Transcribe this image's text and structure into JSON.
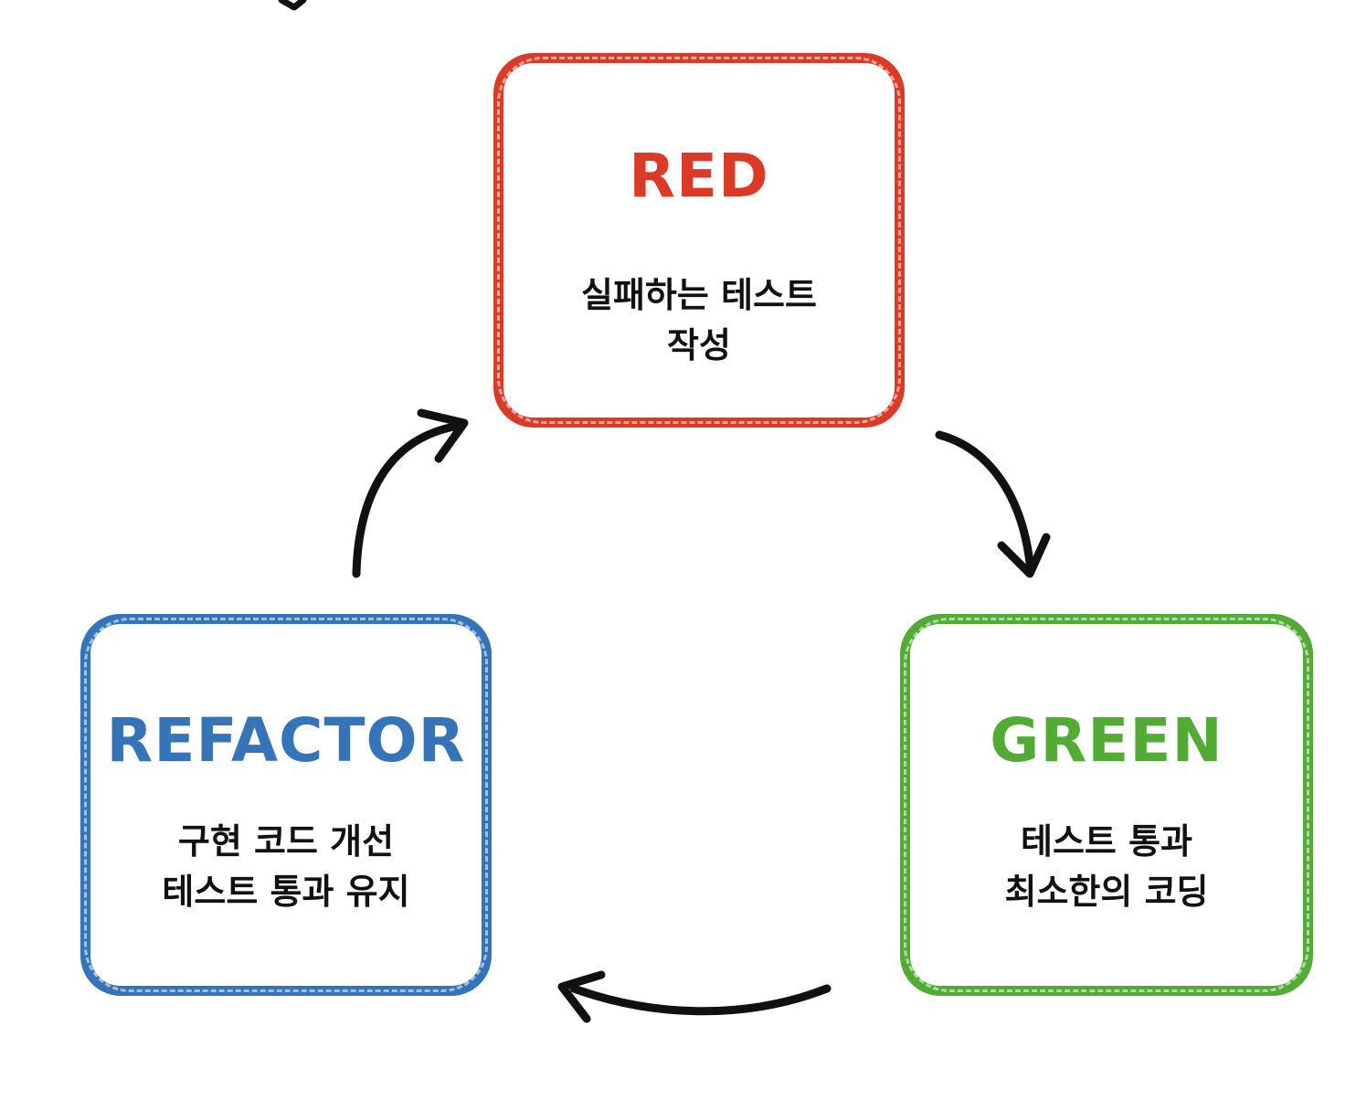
{
  "diagram": {
    "type": "cycle",
    "nodes": [
      {
        "id": "red",
        "title": "RED",
        "description": "실패하는 테스트\n작성",
        "color": "#db3a27"
      },
      {
        "id": "green",
        "title": "GREEN",
        "description": "테스트 통과\n최소한의 코딩",
        "color": "#52ab35"
      },
      {
        "id": "refactor",
        "title": "REFACTOR",
        "description": "구현 코드 개선\n테스트 통과 유지",
        "color": "#3674b9"
      }
    ],
    "edges": [
      {
        "from": "red",
        "to": "green"
      },
      {
        "from": "green",
        "to": "refactor"
      },
      {
        "from": "refactor",
        "to": "red"
      }
    ],
    "arrow_color": "#111111"
  }
}
